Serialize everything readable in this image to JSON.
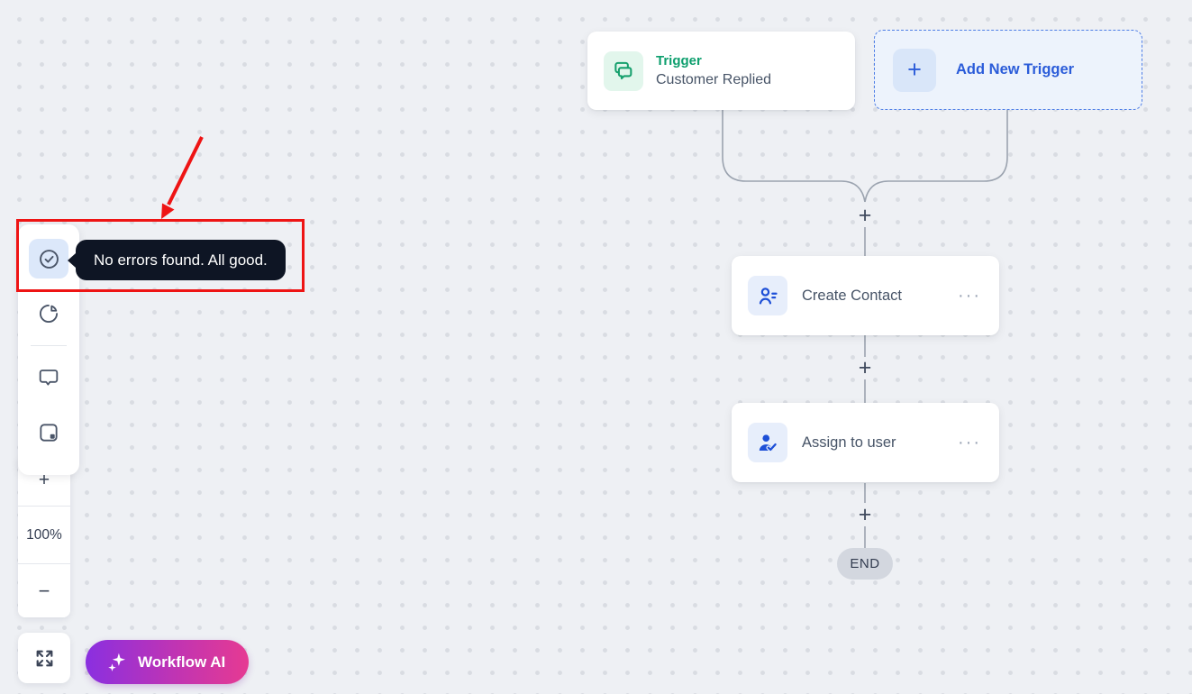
{
  "workflow": {
    "trigger": {
      "title": "Trigger",
      "subtitle": "Customer Replied"
    },
    "add_trigger": {
      "plus": "+",
      "label": "Add New Trigger"
    },
    "connector_plus": "+",
    "actions": [
      {
        "label": "Create Contact",
        "menu": "···"
      },
      {
        "label": "Assign to user",
        "menu": "···"
      }
    ],
    "end_label": "END"
  },
  "annotation": {
    "tooltip_text": "No errors found. All good."
  },
  "controls": {
    "zoom_in": "+",
    "zoom_level": "100%",
    "zoom_out": "−",
    "workflow_ai_label": "Workflow AI"
  },
  "icons": {
    "trigger": "chat-bubbles-icon",
    "toolbar": [
      "check-circle-icon",
      "pie-chart-icon",
      "chat-bubble-icon",
      "sticky-note-icon"
    ],
    "actions": [
      "contact-card-icon",
      "assign-user-check-icon"
    ],
    "fullscreen": "expand-icon",
    "workflow_ai": "sparkles-icon"
  },
  "colors": {
    "canvas_bg": "#eef0f4",
    "trigger_green": "#0e9f6e",
    "trigger_icon_bg": "#e2f6ec",
    "accent_blue": "#2b5cd9",
    "action_icon_bg": "#e7eefb",
    "add_trigger_bg": "#edf3fc",
    "tooltip_bg": "#0e1524",
    "annotation_red": "#ee1414",
    "end_pill_bg": "#d3d7df",
    "ai_gradient_start": "#8a2fe0",
    "ai_gradient_end": "#e63a92"
  }
}
